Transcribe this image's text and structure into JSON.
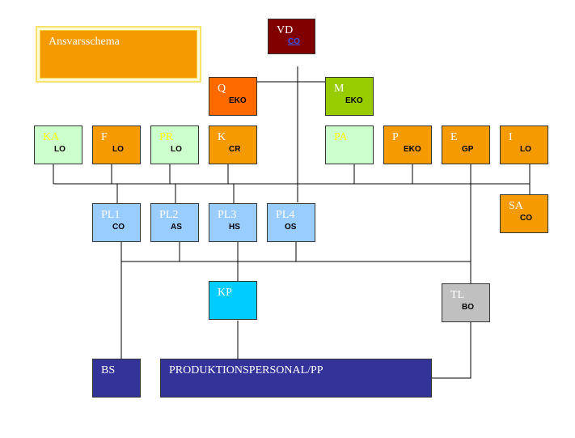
{
  "chart_title": "Ansvarsschema",
  "colors": {
    "orange": "#f59a00",
    "dark_orange": "#ff6a00",
    "green": "#99cc00",
    "light_green": "#ccffcc",
    "light_blue": "#99ccff",
    "cyan": "#00ccff",
    "dark_red": "#800000",
    "navy": "#333399",
    "gray": "#c0c0c0"
  },
  "nodes": {
    "vd": {
      "code": "VD",
      "sub": "CO"
    },
    "q": {
      "code": "Q",
      "sub": "EKO"
    },
    "m": {
      "code": "M",
      "sub": "EKO"
    },
    "ka": {
      "code": "KA",
      "sub": "LO"
    },
    "f": {
      "code": "F",
      "sub": "LO"
    },
    "pr": {
      "code": "PR",
      "sub": "LO"
    },
    "k": {
      "code": "K",
      "sub": "CR"
    },
    "pa": {
      "code": "PA",
      "sub": ""
    },
    "p": {
      "code": "P",
      "sub": "EKO"
    },
    "e": {
      "code": "E",
      "sub": "GP"
    },
    "i": {
      "code": "I",
      "sub": "LO"
    },
    "sa": {
      "code": "SA",
      "sub": "CO"
    },
    "pl1": {
      "code": "PL1",
      "sub": "CO"
    },
    "pl2": {
      "code": "PL2",
      "sub": "AS"
    },
    "pl3": {
      "code": "PL3",
      "sub": "HS"
    },
    "pl4": {
      "code": "PL4",
      "sub": "OS"
    },
    "kp": {
      "code": "KP",
      "sub": ""
    },
    "tl": {
      "code": "TL",
      "sub": "BO"
    },
    "bs": {
      "code": "BS",
      "sub": ""
    },
    "pp": {
      "code": "PRODUKTIONSPERSONAL/PP",
      "sub": ""
    }
  }
}
